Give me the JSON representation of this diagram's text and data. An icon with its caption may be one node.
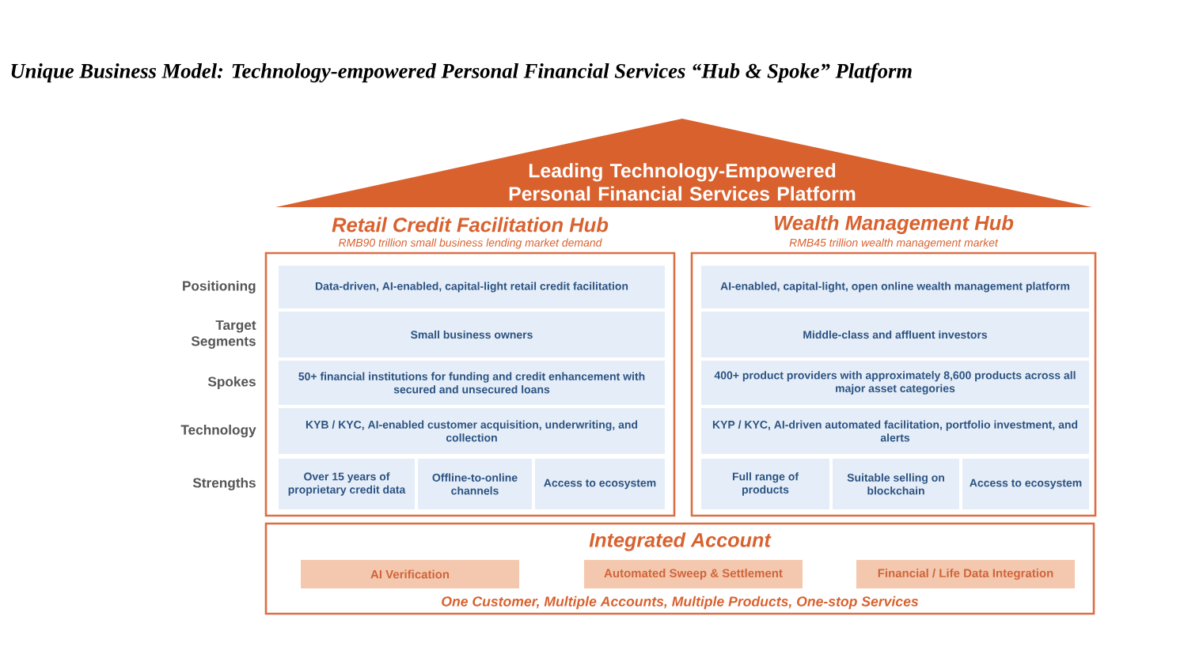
{
  "diagram": {
    "title": "Unique Business Model: Technology-empowered Personal Financial Services “Hub & Spoke” Platform",
    "nodes": [
      {
        "text": [
          "Leading Technology-Empowered Personal Financial Services Platform"
        ]
      },
      {
        "text": [
          "Retail Credit Facilitation Hub",
          "RMB90 trillion small business lending market demand"
        ]
      },
      {
        "text": [
          "Data-driven, AI-enabled, capital-light retail credit facilitation"
        ],
        "in": 1
      },
      {
        "text": [
          "Small business owners"
        ],
        "in": 1
      },
      {
        "text": [
          "50+ financial institutions for funding and credit enhancement with secured and unsecured loans"
        ],
        "in": 1
      },
      {
        "text": [
          "KYB / KYC, AI-enabled customer acquisition, underwriting, and collection"
        ],
        "in": 1
      },
      {
        "text": [
          "Over 15 years of proprietary credit data"
        ],
        "in": 1
      },
      {
        "text": [
          "Offline-to-online channels"
        ],
        "in": 1
      },
      {
        "text": [
          "Access to ecosystem"
        ],
        "in": 1
      },
      {
        "text": [
          "Wealth Management Hub",
          "RMB45 trillion wealth management market"
        ]
      },
      {
        "text": [
          "AI-enabled, capital-light, open online wealth management platform"
        ],
        "in": 9
      },
      {
        "text": [
          "Middle-class and affluent investors"
        ],
        "in": 9
      },
      {
        "text": [
          "400+ product providers with approximately 8,600 products across all major asset categories"
        ],
        "in": 9
      },
      {
        "text": [
          "KYP / KYC, AI-driven automated facilitation, portfolio investment, and alerts"
        ],
        "in": 9
      },
      {
        "text": [
          "Full range of products"
        ],
        "in": 9
      },
      {
        "text": [
          "Suitable selling on blockchain"
        ],
        "in": 9
      },
      {
        "text": [
          "Access to ecosystem"
        ],
        "in": 9
      },
      {
        "text": [
          "Integrated Account",
          "One Customer, Multiple Accounts, Multiple Products, One-stop Services"
        ]
      },
      {
        "text": [
          "AI Verification"
        ],
        "in": 17
      },
      {
        "text": [
          "Automated Sweep & Settlement"
        ],
        "in": 17
      },
      {
        "text": [
          "Financial / Life Data Integration"
        ],
        "in": 17
      }
    ],
    "labels": [
      "Positioning",
      "Target Segments",
      "Spokes",
      "Technology",
      "Strengths"
    ]
  }
}
